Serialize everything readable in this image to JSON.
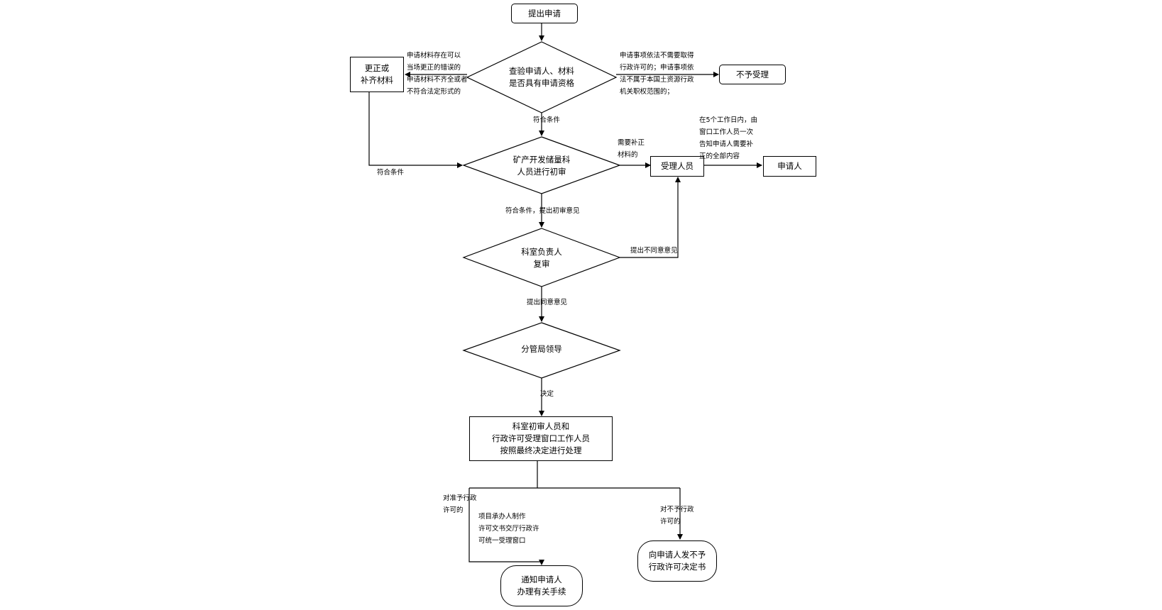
{
  "nodes": {
    "submit": "提出申请",
    "check": [
      "查验申请人、材料",
      "是否具有申请资格"
    ],
    "correct": [
      "更正或",
      "补齐材料"
    ],
    "reject": "不予受理",
    "initial_review": [
      "矿产开发储量科",
      "人员进行初审"
    ],
    "receiver": "受理人员",
    "applicant": "申请人",
    "section_review": [
      "科室负责人",
      "复审"
    ],
    "leader": "分管局领导",
    "process": [
      "科室初审人员和",
      "行政许可受理窗口工作人员",
      "按照最终决定进行处理"
    ],
    "notify": [
      "通知申请人",
      "办理有关手续"
    ],
    "deny_doc": [
      "向申请人发不予",
      "行政许可决定书"
    ]
  },
  "labels": {
    "correctable": [
      "申请材料存在可以",
      "当场更正的错误的",
      "申请材料不齐全或者",
      "不符合法定形式的"
    ],
    "not_needed": [
      "申请事项依法不需要取得",
      "行政许可的；申请事项依",
      "法不属于本国土资源行政",
      "机关职权范围的；"
    ],
    "qualified_1": "符合条件",
    "qualified_2": "符合条件",
    "need_supplement": [
      "需要补正",
      "材料的"
    ],
    "notice_5days": [
      "在5个工作日内，由",
      "窗口工作人员一次",
      "告知申请人需要补",
      "正的全部内容"
    ],
    "qualified_opinion": "符合条件，提出初审意见",
    "disagree": "提出不同意意见",
    "agree": "提出同意意见",
    "decide": "决定",
    "grant": [
      "对准予行政",
      "许可的"
    ],
    "make_doc": [
      "项目承办人制作",
      "许可文书交厅行政许",
      "可统一受理窗口"
    ],
    "deny": [
      "对不予行政",
      "许可的"
    ]
  }
}
